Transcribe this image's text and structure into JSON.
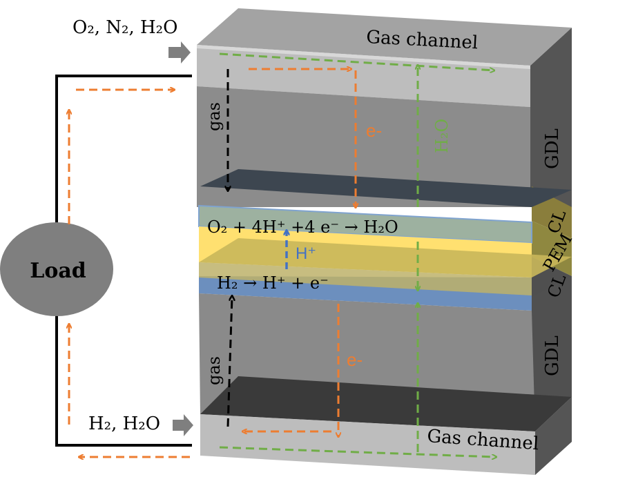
{
  "labels": {
    "cathode_inlet": "O₂, N₂, H₂O",
    "anode_inlet": "H₂, H₂O",
    "gas_channel_top": "Gas channel",
    "gas_channel_bottom": "Gas channel",
    "gdl_top": "GDL",
    "gdl_bottom": "GDL",
    "cl_top": "CL",
    "cl_bottom": "CL",
    "pem": "PEM",
    "load": "Load",
    "gas_top": "gas",
    "gas_bottom": "gas",
    "electron_top": "e-",
    "electron_bottom": "e-",
    "water": "H₂O",
    "proton": "H⁺",
    "cathode_reaction": "O₂ + 4H⁺ +4 e⁻ → H₂O",
    "anode_reaction": "H₂ → H⁺ + e⁻"
  },
  "colors": {
    "electron": "#ED7D31",
    "water": "#70AD47",
    "proton": "#4472C4",
    "gas": "#000000",
    "pem": "#FFE070",
    "cl": "#7FA3CF"
  }
}
